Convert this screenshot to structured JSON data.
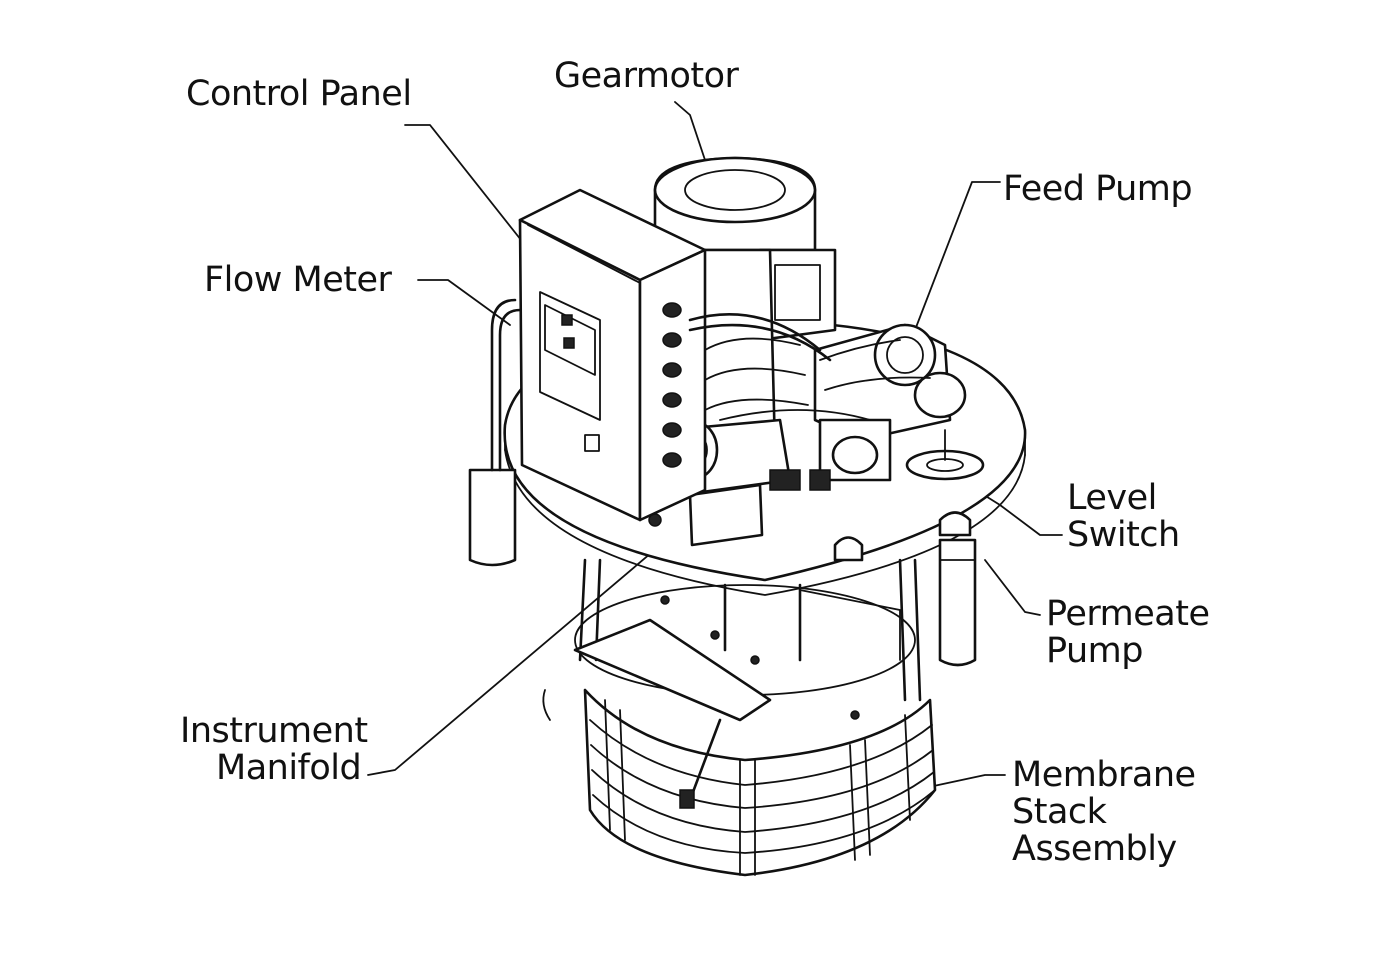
{
  "diagram": {
    "labels": {
      "control_panel": "Control Panel",
      "gearmotor": "Gearmotor",
      "feed_pump": "Feed Pump",
      "flow_meter": "Flow Meter",
      "level_switch": [
        "Level",
        "Switch"
      ],
      "permeate_pump": [
        "Permeate",
        "Pump"
      ],
      "instrument_manifold": [
        "Instrument",
        "Manifold"
      ],
      "membrane_stack_assembly": [
        "Membrane",
        "Stack",
        "Assembly"
      ]
    }
  }
}
